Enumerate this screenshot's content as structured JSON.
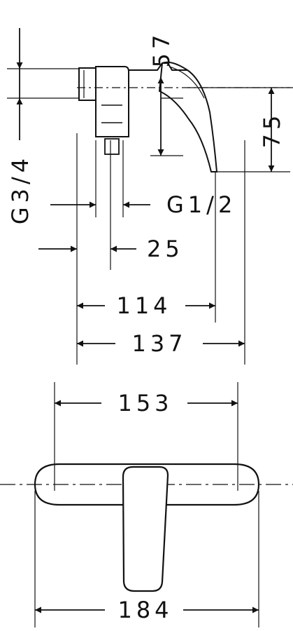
{
  "drawing": {
    "dimensions": {
      "d57": "57",
      "d75": "75",
      "g34": "G3/4",
      "g12": "G1/2",
      "d25": "25",
      "d114": "114",
      "d137": "137",
      "d153": "153",
      "d184": "184"
    }
  }
}
